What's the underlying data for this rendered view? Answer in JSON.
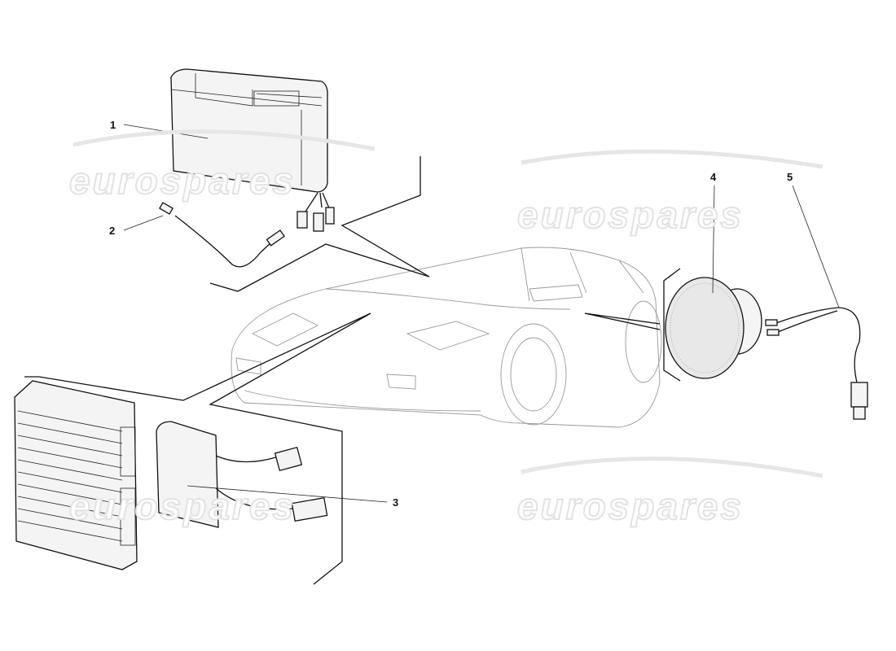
{
  "diagram": {
    "callouts": [
      {
        "number": "1",
        "part": "battery"
      },
      {
        "number": "2",
        "part": "sensor-lead"
      },
      {
        "number": "3",
        "part": "control-unit"
      },
      {
        "number": "4",
        "part": "speaker"
      },
      {
        "number": "5",
        "part": "speaker-wiring"
      }
    ],
    "watermark": "eurospares"
  }
}
